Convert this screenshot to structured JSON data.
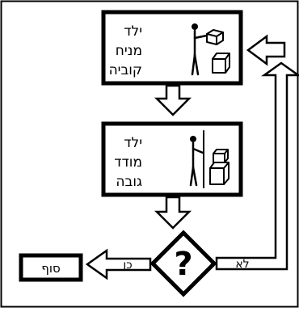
{
  "step_place": {
    "line1": "ילד",
    "line2": "מניח",
    "line3": "קוביה"
  },
  "step_measure": {
    "line1": "ילד",
    "line2": "מודד",
    "line3": "גובה"
  },
  "decision": {
    "symbol": "?"
  },
  "branch_yes": {
    "label": "כן"
  },
  "branch_no": {
    "label": "לא"
  },
  "end": {
    "label": "סוף"
  },
  "icons": {
    "place": "child-placing-cube-icon",
    "measure": "child-measuring-tower-icon"
  },
  "colors": {
    "line": "#000000",
    "fill": "#ffffff"
  }
}
